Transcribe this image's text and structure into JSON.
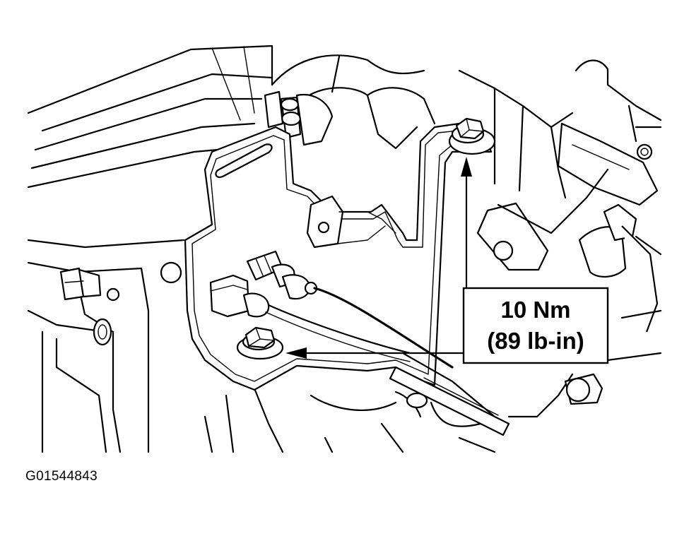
{
  "callout": {
    "torque_nm": "10 Nm",
    "torque_lbin": "(89 lb-in)"
  },
  "figure_id": "G01544843",
  "colors": {
    "ink": "#000000",
    "paper": "#ffffff"
  }
}
